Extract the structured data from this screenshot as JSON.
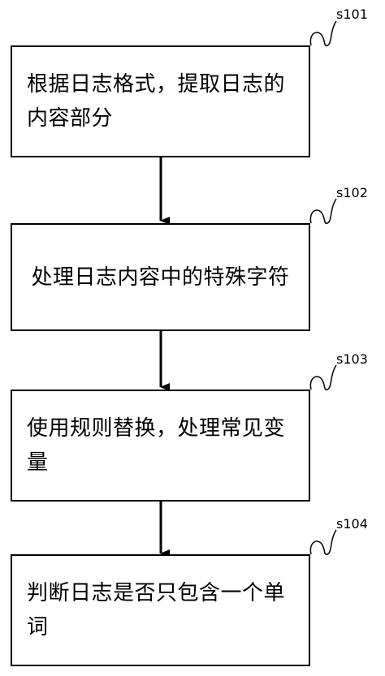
{
  "colors": {
    "stroke": "#000000",
    "background": "#ffffff"
  },
  "steps": [
    {
      "id": "s101",
      "label": "s101",
      "text": "根据日志格式，提取日志的内容部分"
    },
    {
      "id": "s102",
      "label": "s102",
      "text": "处理日志内容中的特殊字符"
    },
    {
      "id": "s103",
      "label": "s103",
      "text": "使用规则替换，处理常见变量"
    },
    {
      "id": "s104",
      "label": "s104",
      "text": "判断日志是否只包含一个单词"
    }
  ]
}
